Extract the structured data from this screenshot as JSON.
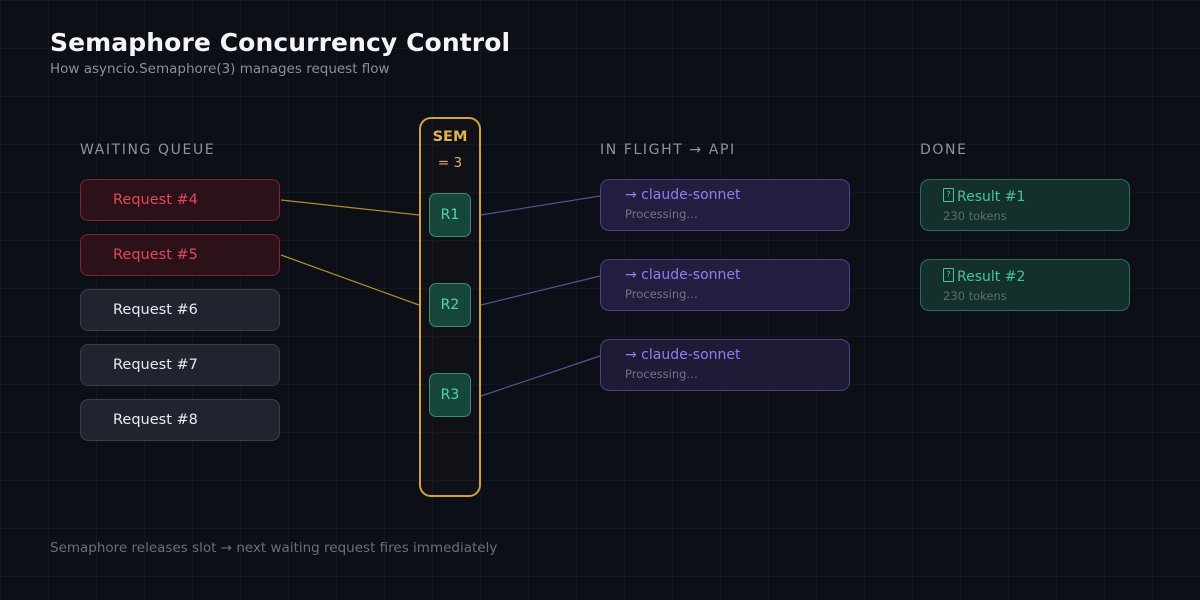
{
  "header": {
    "title": "Semaphore Concurrency Control",
    "subtitle": "How asyncio.Semaphore(3) manages request flow"
  },
  "columns": {
    "waiting": "WAITING QUEUE",
    "inflight": "IN FLIGHT → API",
    "done": "DONE"
  },
  "semaphore": {
    "label": "SEM",
    "count": "= 3",
    "border_color": "#d2a13c",
    "slots": [
      {
        "label": "R1"
      },
      {
        "label": "R2"
      },
      {
        "label": "R3"
      }
    ]
  },
  "queue": [
    {
      "label": "Request #4",
      "state": "hot"
    },
    {
      "label": "Request #5",
      "state": "hot"
    },
    {
      "label": "Request #6",
      "state": "idle"
    },
    {
      "label": "Request #7",
      "state": "idle"
    },
    {
      "label": "Request #8",
      "state": "idle"
    }
  ],
  "inflight": [
    {
      "title": "→ claude-sonnet",
      "status": "Processing…"
    },
    {
      "title": "→ claude-sonnet",
      "status": "Processing…"
    },
    {
      "title": "→ claude-sonnet",
      "status": "Processing…"
    }
  ],
  "done": [
    {
      "icon": "check-tofu-glyph",
      "title": "Result #1",
      "tokens": "230 tokens"
    },
    {
      "icon": "check-tofu-glyph",
      "title": "Result #2",
      "tokens": "230 tokens"
    }
  ],
  "footer": "Semaphore releases slot → next waiting request fires immediately",
  "colors": {
    "background": "#0d0f17",
    "accent_amber": "#d2a13c",
    "accent_green": "#45c496",
    "accent_purple": "#8f7ef0",
    "accent_red": "#e0485f",
    "wire_queue": "#b08a2e",
    "wire_flight": "#5b4f96"
  }
}
